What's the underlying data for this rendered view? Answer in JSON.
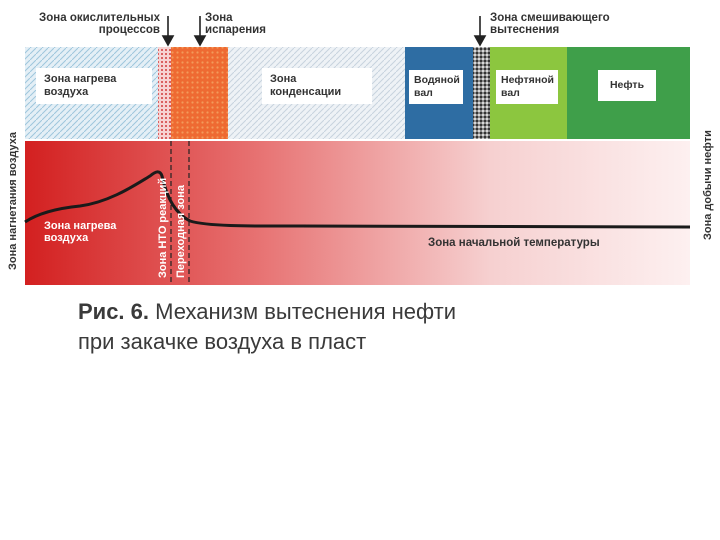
{
  "labels": {
    "oxidation_zone": "Зона окислительных процессов",
    "evaporation_zone": "Зона испарения",
    "mixing_zone": "Зона смешивающего вытеснения",
    "air_heating_top": "Зона нагрева воздуха",
    "condensation_zone": "Зона конденсации",
    "water_bank": "Водяной вал",
    "oil_bank": "Нефтяной вал",
    "oil": "Нефть",
    "injection_zone": "Зона нагнетания воздуха",
    "production_zone": "Зона добычи нефти",
    "air_heating_bottom": "Зона нагрева воздуха",
    "lto_zone": "Зона НТО реакций",
    "transition_zone": "Переходная зона",
    "initial_temp_zone": "Зона начальной температуры"
  },
  "caption": {
    "prefix": "Рис. 6.",
    "line1": "Механизм вытеснения нефти",
    "line2": "при закачке воздуха в пласт"
  },
  "colors": {
    "red": "#d22a2a",
    "orange": "#ef6a30",
    "light_blue": "#cfe3ef",
    "dark_blue": "#2f6fa4",
    "light_green": "#8cc63f",
    "green": "#3f9f4a",
    "curve": "#1a1a1a"
  }
}
